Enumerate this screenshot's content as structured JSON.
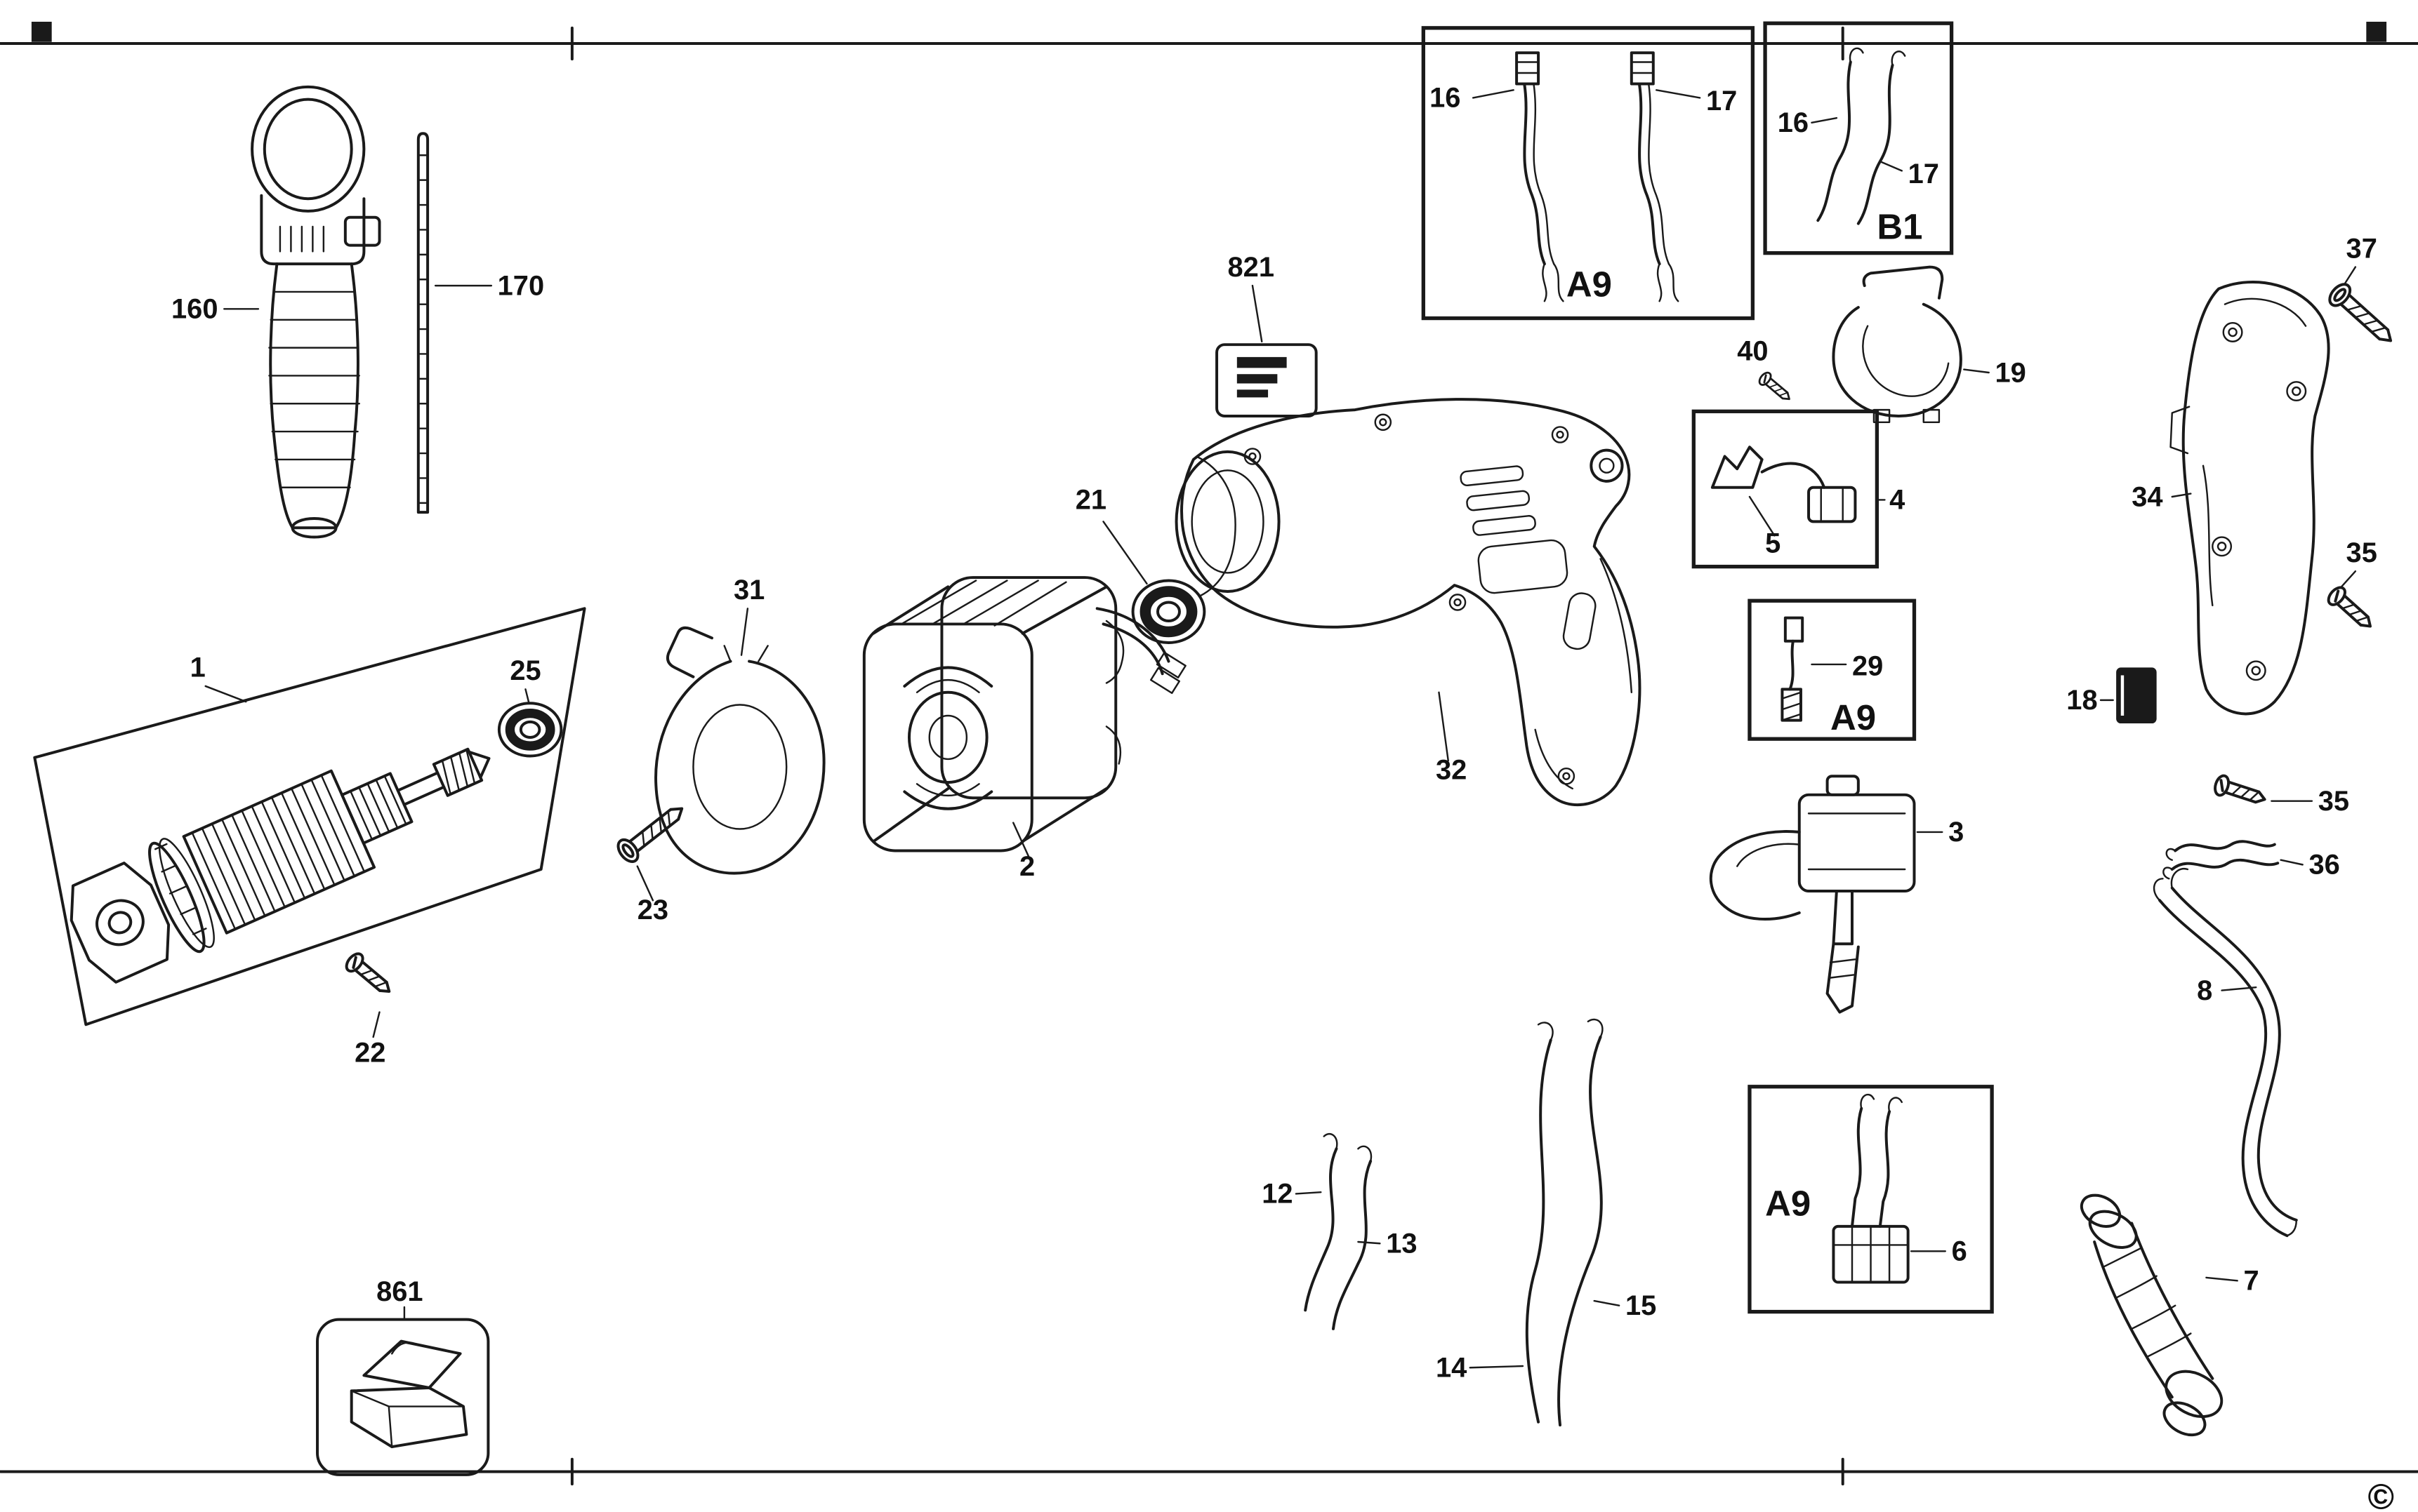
{
  "diagram": {
    "kind": "exploded-parts-diagram"
  },
  "part_labels": {
    "p160": "160",
    "p170": "170",
    "p821": "821",
    "a9top_16": "16",
    "a9top_17": "17",
    "a9top_code": "A9",
    "b1_16": "16",
    "b1_17": "17",
    "b1_code": "B1",
    "p40": "40",
    "p19": "19",
    "p4": "4",
    "p5": "5",
    "p37": "37",
    "p34": "34",
    "p35_upper": "35",
    "p35_lower": "35",
    "p18": "18",
    "p29": "29",
    "a9mid_code": "A9",
    "p21": "21",
    "p31": "31",
    "p25": "25",
    "p1": "1",
    "p2": "2",
    "p23": "23",
    "p22": "22",
    "p32": "32",
    "p3": "3",
    "p36": "36",
    "p8": "8",
    "p12": "12",
    "p13": "13",
    "p14": "14",
    "p15": "15",
    "a9bot_code": "A9",
    "p6": "6",
    "p7": "7",
    "p861": "861",
    "copyright": "©"
  }
}
